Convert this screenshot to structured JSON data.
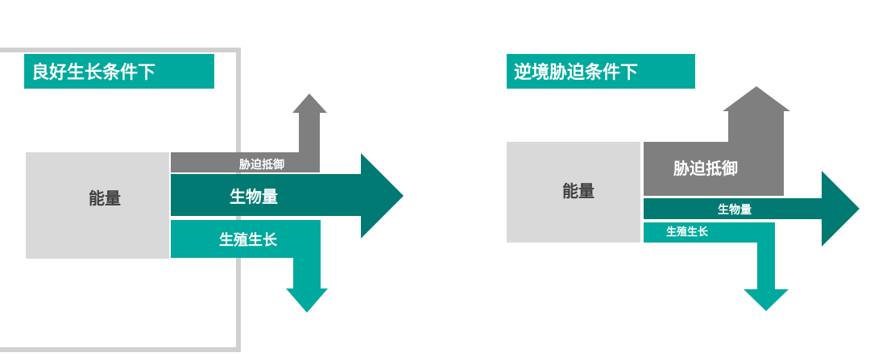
{
  "colors": {
    "teal": "#00A99D",
    "dark_teal": "#007A72",
    "gray": "#7F7F7F",
    "light_gray": "#D9D9D9",
    "frame_gray": "#D0D0D0",
    "white": "#FFFFFF",
    "text_dark": "#404040"
  },
  "left": {
    "title": "良好生长条件下",
    "energy": "能量",
    "defense": "胁迫抵御",
    "biomass": "生物量",
    "reproduction": "生殖生长"
  },
  "right": {
    "title": "逆境胁迫条件下",
    "energy": "能量",
    "defense": "胁迫抵御",
    "biomass": "生物量",
    "reproduction": "生殖生长"
  }
}
